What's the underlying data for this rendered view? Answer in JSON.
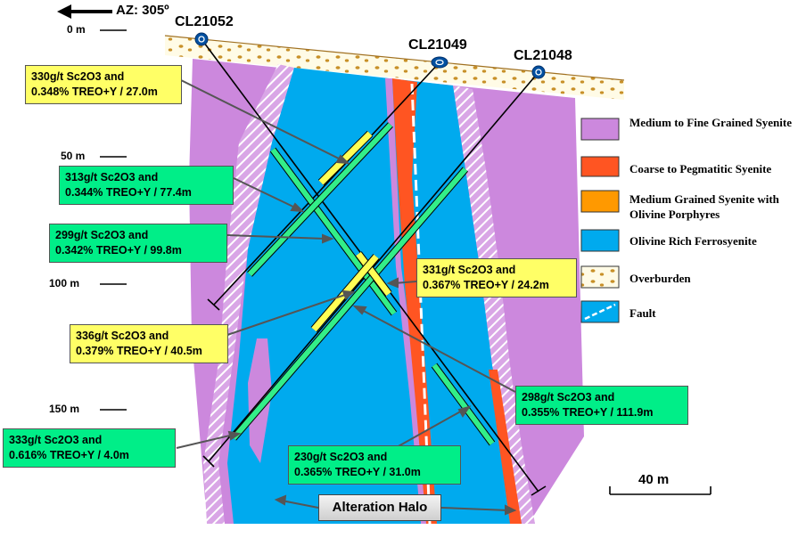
{
  "azimuth": "AZ: 305º",
  "depth_labels": [
    "0 m",
    "50 m",
    "100 m",
    "150 m"
  ],
  "holes": [
    "CL21052",
    "CL21049",
    "CL21048"
  ],
  "intercepts": [
    {
      "line1": "330g/t Sc2O3 and",
      "line2": "0.348% TREO+Y / 27.0m",
      "color": "yellow"
    },
    {
      "line1": "313g/t Sc2O3 and",
      "line2": "0.344% TREO+Y / 77.4m",
      "color": "green"
    },
    {
      "line1": "299g/t Sc2O3 and",
      "line2": "0.342% TREO+Y / 99.8m",
      "color": "green"
    },
    {
      "line1": "331g/t Sc2O3 and",
      "line2": "0.367% TREO+Y / 24.2m",
      "color": "yellow"
    },
    {
      "line1": "336g/t Sc2O3 and",
      "line2": "0.379% TREO+Y / 40.5m",
      "color": "yellow"
    },
    {
      "line1": "298g/t Sc2O3 and",
      "line2": "0.355% TREO+Y / 111.9m",
      "color": "green"
    },
    {
      "line1": "333g/t Sc2O3 and",
      "line2": "0.616% TREO+Y / 4.0m",
      "color": "green"
    },
    {
      "line1": "230g/t Sc2O3 and",
      "line2": "0.365% TREO+Y / 31.0m",
      "color": "green"
    }
  ],
  "legend": [
    {
      "label": "Medium to Fine Grained Syenite",
      "color": "#cc88dd"
    },
    {
      "label": "Coarse to Pegmatitic Syenite",
      "color": "#ff5522"
    },
    {
      "label": "Medium Grained Syenite with Olivine Porphyres",
      "color": "#ff9900"
    },
    {
      "label": "Olivine Rich Ferrosyenite",
      "color": "#00aaee"
    },
    {
      "label": "Overburden",
      "color": "#fff8dd"
    },
    {
      "label": "Fault",
      "color": "#00aaee"
    }
  ],
  "alteration_label": "Alteration Halo",
  "scale_label": "40 m"
}
